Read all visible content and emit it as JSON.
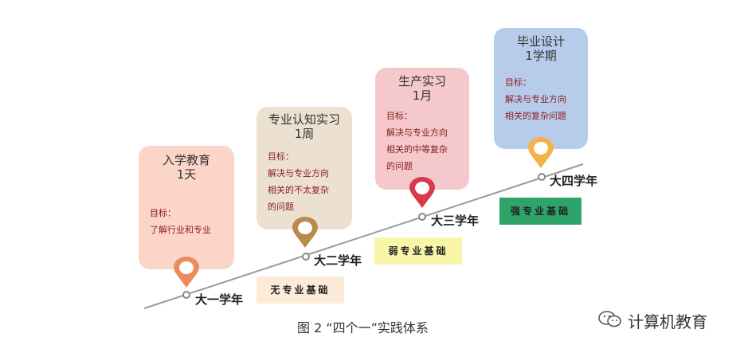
{
  "colors": {
    "card1": "#fbd6c8",
    "card2": "#ece0d0",
    "card3": "#f5c8cc",
    "card4": "#b7cceb",
    "pin1": "#ec8c5c",
    "pin2": "#b98a4a",
    "pin3": "#d9394c",
    "pin4": "#f3b24a",
    "basis1": "#fcebd6",
    "basis2": "#faf6a8",
    "basis3": "#2ea36a",
    "line": "#9a9a9a"
  },
  "stages": [
    {
      "title": "入学教育\n1天",
      "goal": "目标：\n了解行业和专业",
      "year": "大一学年",
      "pin": "location-pin-icon"
    },
    {
      "title": "专业认知实习\n1周",
      "goal": "目标：\n解决与专业方向\n相关的不太复杂\n的问题",
      "year": "大二学年",
      "pin": "location-pin-icon"
    },
    {
      "title": "生产实习\n1月",
      "goal": "目标：\n解决与专业方向\n相关的中等复杂\n的问题",
      "year": "大三学年",
      "pin": "location-pin-icon"
    },
    {
      "title": "毕业设计\n1学期",
      "goal": "目标：\n解决与专业方向\n相关的复杂问题",
      "year": "大四学年",
      "pin": "location-pin-icon"
    }
  ],
  "basis": [
    "无专业基础",
    "弱专业基础",
    "强专业基础"
  ],
  "caption": "图 2 “四个一”实践体系",
  "watermark": "计算机教育",
  "watermark_icon": "wechat-icon"
}
